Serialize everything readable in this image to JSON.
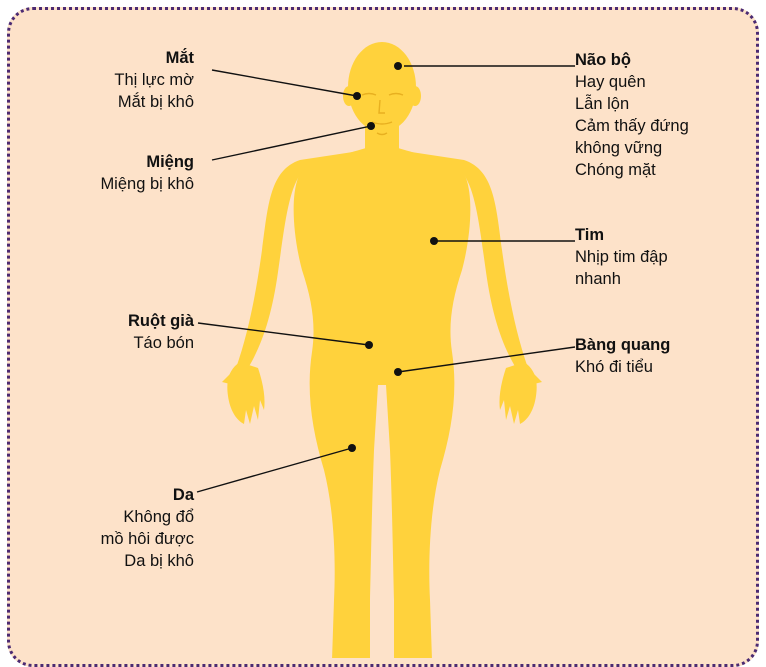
{
  "colors": {
    "background": "#fde2c9",
    "border": "#4b2a72",
    "body": "#ffd23c",
    "line": "#111111"
  },
  "labels": {
    "mat": {
      "title": "Mắt",
      "lines": [
        "Thị lực mờ",
        "Mắt bị khô"
      ]
    },
    "mieng": {
      "title": "Miệng",
      "lines": [
        "Miệng bị khô"
      ]
    },
    "ruot_gia": {
      "title": "Ruột già",
      "lines": [
        "Táo bón"
      ]
    },
    "da": {
      "title": "Da",
      "lines": [
        "Không đổ",
        "mồ hôi được",
        "Da bị khô"
      ]
    },
    "nao_bo": {
      "title": "Não bộ",
      "lines": [
        "Hay quên",
        "Lẫn lộn",
        "Cảm thấy đứng",
        "không vững",
        "Chóng mặt"
      ]
    },
    "tim": {
      "title": "Tim",
      "lines": [
        "Nhịp tim đập",
        "nhanh"
      ]
    },
    "bang_quang": {
      "title": "Bàng quang",
      "lines": [
        "Khó đi tiểu"
      ]
    }
  }
}
